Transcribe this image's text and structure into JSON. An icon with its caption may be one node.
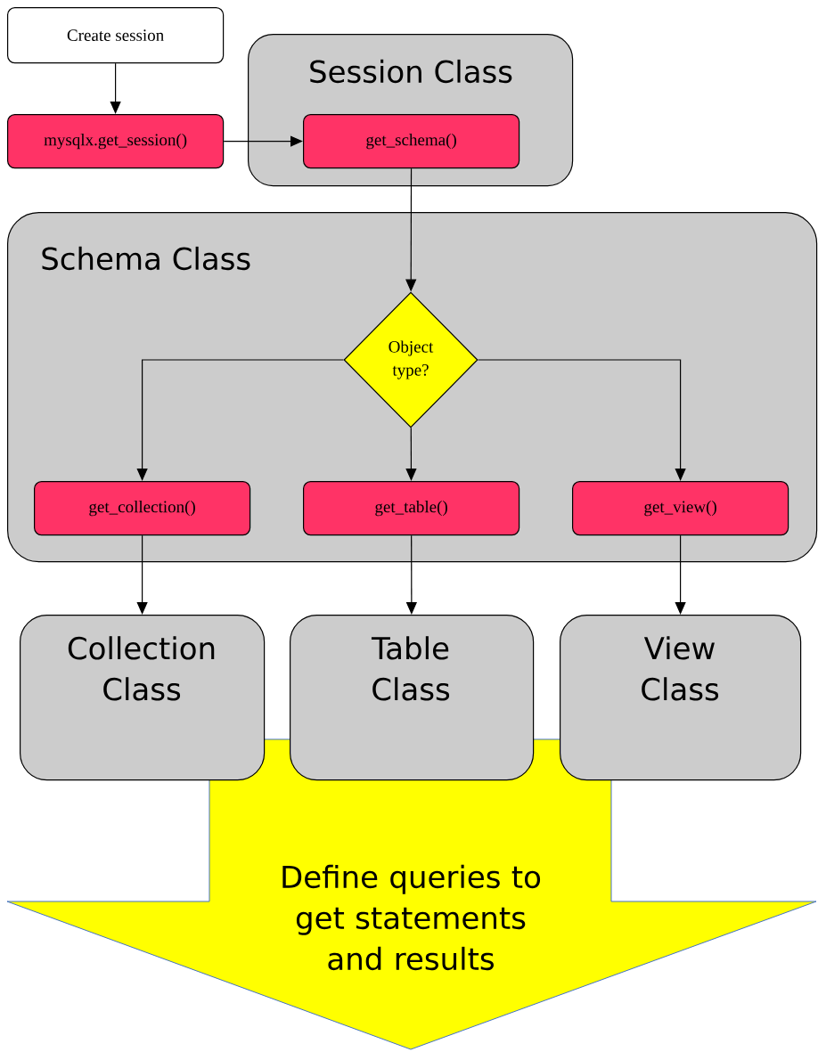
{
  "diagram": {
    "nodes": [
      {
        "text": [
          "Create session"
        ]
      },
      {
        "text": [
          "mysqlx.get_session()"
        ]
      },
      {
        "text": [
          "Session Class"
        ]
      },
      {
        "text": [
          "get_schema()"
        ],
        "in": 2
      },
      {
        "text": [
          "Schema Class"
        ]
      },
      {
        "text": [
          "Object type?"
        ],
        "in": 4
      },
      {
        "text": [
          "get_collection()"
        ],
        "in": 4
      },
      {
        "text": [
          "get_table()"
        ],
        "in": 4
      },
      {
        "text": [
          "get_view()"
        ],
        "in": 4
      },
      {
        "text": [
          "Collection Class"
        ]
      },
      {
        "text": [
          "Table Class"
        ]
      },
      {
        "text": [
          "View Class"
        ]
      },
      {
        "text": [
          "Define queries to get statements and results"
        ]
      }
    ],
    "edges": [
      {
        "from": 0,
        "to": 1,
        "arrow": "to"
      },
      {
        "from": 1,
        "to": 3,
        "arrow": "to"
      },
      {
        "from": 3,
        "to": 5,
        "arrow": "to"
      },
      {
        "from": 5,
        "to": 6,
        "arrow": "to"
      },
      {
        "from": 5,
        "to": 7,
        "arrow": "to"
      },
      {
        "from": 5,
        "to": 8,
        "arrow": "to"
      },
      {
        "from": 6,
        "to": 9,
        "arrow": "to"
      },
      {
        "from": 7,
        "to": 10,
        "arrow": "to"
      },
      {
        "from": 8,
        "to": 11,
        "arrow": "to"
      }
    ]
  }
}
